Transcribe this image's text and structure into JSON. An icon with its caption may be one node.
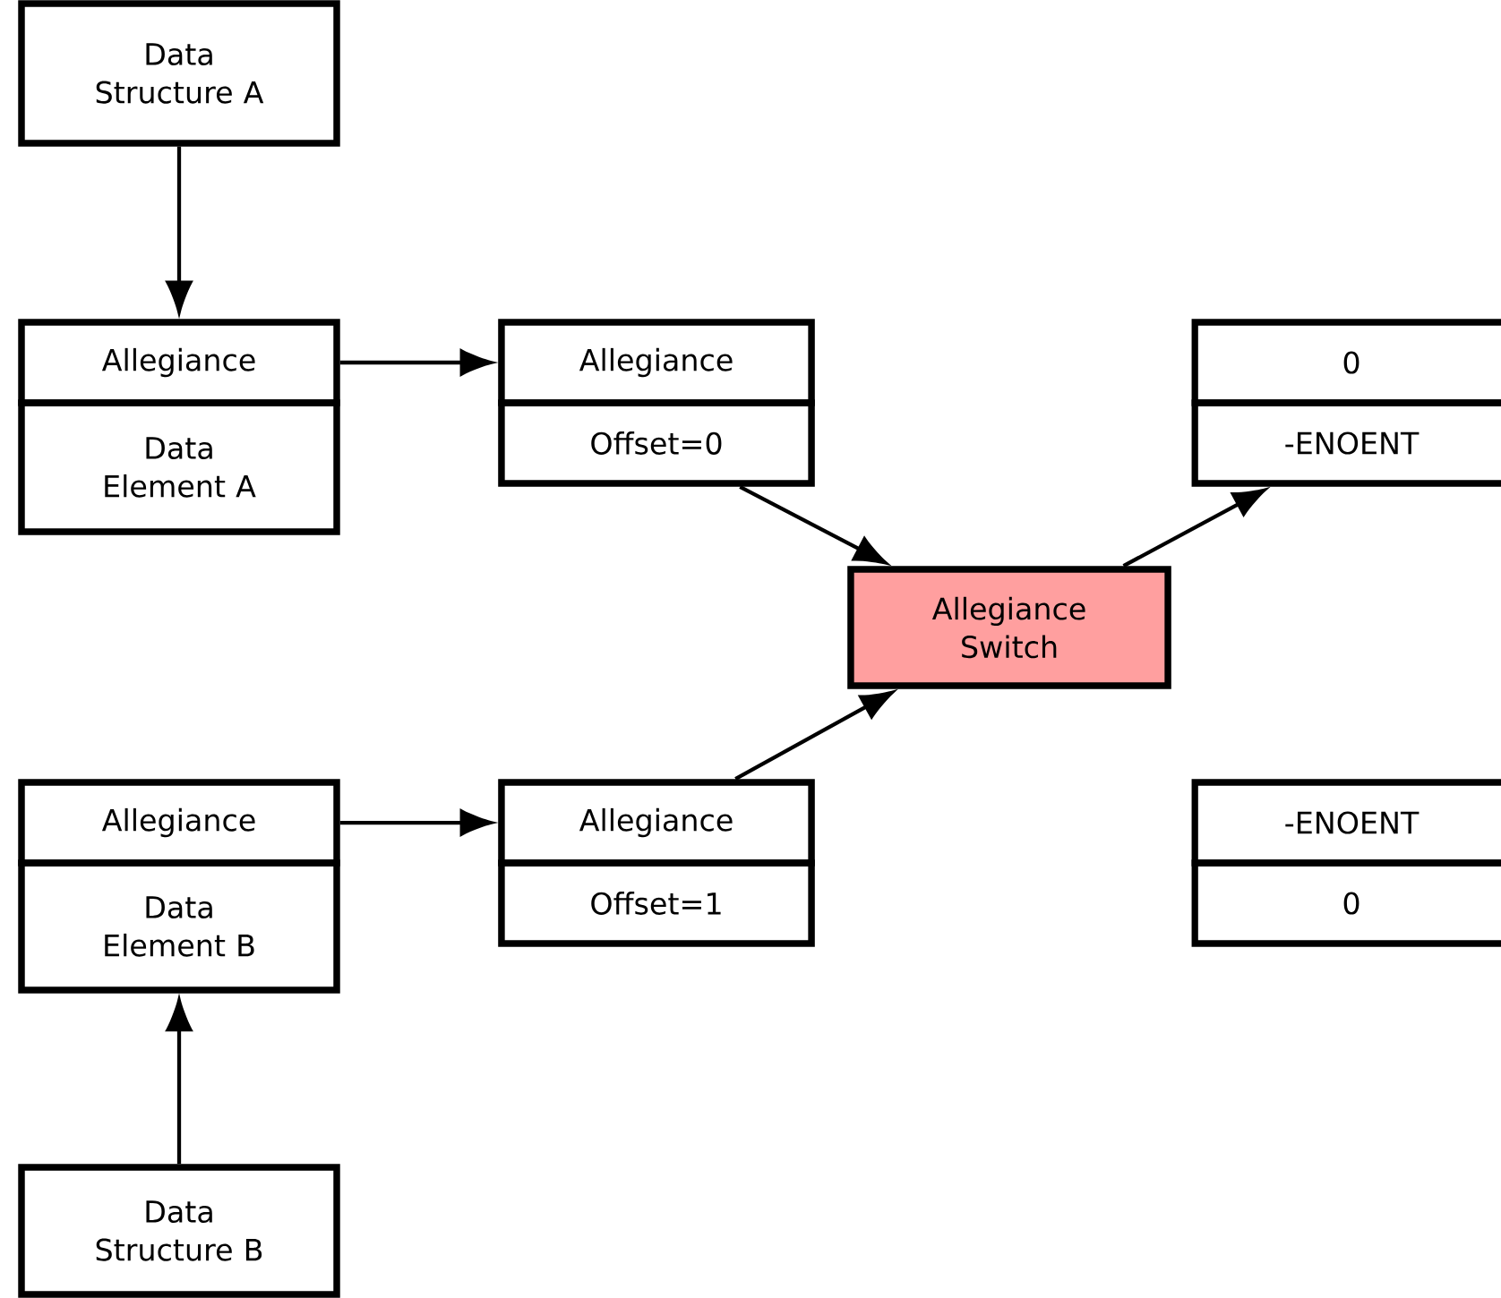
{
  "diagram": {
    "nodes": [
      {
        "text": [
          "Data Structure A"
        ]
      },
      {
        "text": [
          "Allegiance"
        ]
      },
      {
        "text": [
          "Data Element A"
        ]
      },
      {
        "text": [
          "Allegiance"
        ]
      },
      {
        "text": [
          "Offset=0"
        ]
      },
      {
        "text": [
          "0"
        ]
      },
      {
        "text": [
          "-ENOENT"
        ]
      },
      {
        "text": [
          "Allegiance Switch"
        ]
      },
      {
        "text": [
          "Allegiance"
        ]
      },
      {
        "text": [
          "Allegiance"
        ]
      },
      {
        "text": [
          "-ENOENT"
        ]
      },
      {
        "text": [
          "0"
        ]
      },
      {
        "text": [
          "Data Element B"
        ]
      },
      {
        "text": [
          "Offset=1"
        ]
      },
      {
        "text": [
          "Data Structure B"
        ]
      }
    ],
    "edges": [
      {
        "from": 0,
        "to": 1,
        "arrow": "to"
      },
      {
        "from": 1,
        "to": 3,
        "arrow": "to"
      },
      {
        "from": 4,
        "to": 7,
        "arrow": "to"
      },
      {
        "from": 9,
        "to": 7,
        "arrow": "to"
      },
      {
        "from": 7,
        "to": 6,
        "arrow": "to"
      },
      {
        "from": 8,
        "to": 9,
        "arrow": "to"
      },
      {
        "from": 14,
        "to": 12,
        "arrow": "to"
      }
    ]
  }
}
